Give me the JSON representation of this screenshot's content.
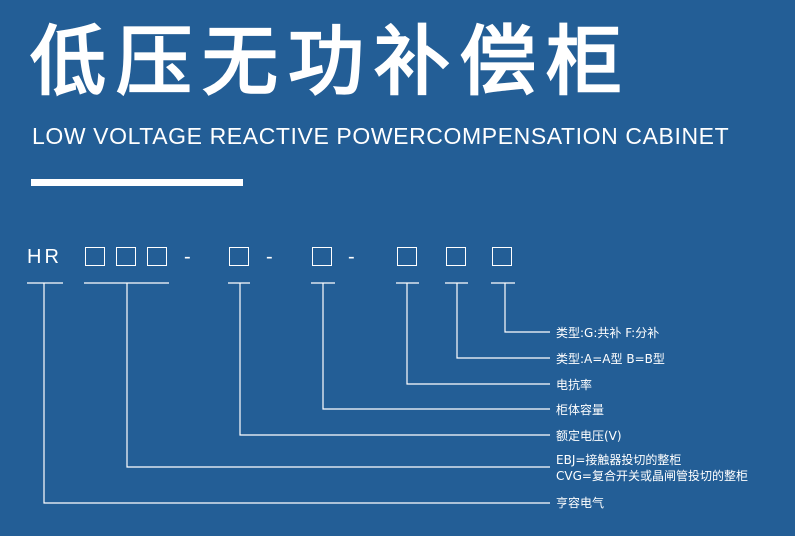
{
  "title": "低压无功补偿柜",
  "subtitle": "LOW VOLTAGE REACTIVE POWERCOMPENSATION CABINET",
  "code": {
    "prefix": "HR",
    "dash": "-"
  },
  "labels": {
    "type_g_f": "类型:G:共补  F:分补",
    "type_a_b": "类型:A=A型 B=B型",
    "reactance_rate": "电抗率",
    "cabinet_capacity": "柜体容量",
    "rated_voltage": "额定电压(V)",
    "ebj": "EBJ=接触器投切的整柜",
    "cvg": "CVG=复合开关或晶闸管投切的整柜",
    "brand": "亨容电气"
  },
  "colors": {
    "background": "#235e96",
    "foreground": "#ffffff"
  }
}
